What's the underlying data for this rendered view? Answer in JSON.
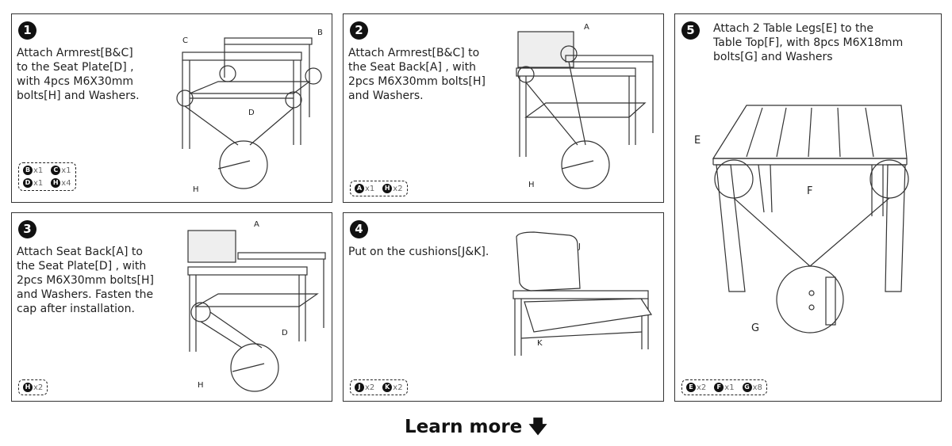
{
  "steps": [
    {
      "number": "1",
      "text": "Attach Armrest[B&C]\nto the Seat Plate[D] ,\nwith 4pcs M6X30mm\nbolts[H] and Washers.",
      "labels": [
        "C",
        "B",
        "D",
        "H"
      ],
      "parts": [
        {
          "letter": "B",
          "qty": "x1"
        },
        {
          "letter": "C",
          "qty": "x1"
        },
        {
          "letter": "D",
          "qty": "x1"
        },
        {
          "letter": "H",
          "qty": "x4"
        }
      ]
    },
    {
      "number": "2",
      "text": "Attach Armrest[B&C] to\nthe Seat Back[A] , with\n2pcs M6X30mm bolts[H]\nand Washers.",
      "labels": [
        "A",
        "H"
      ],
      "parts": [
        {
          "letter": "A",
          "qty": "x1"
        },
        {
          "letter": "H",
          "qty": "x2"
        }
      ]
    },
    {
      "number": "3",
      "text": "Attach Seat Back[A] to\nthe Seat Plate[D] , with\n2pcs M6X30mm bolts[H]\nand Washers. Fasten the\ncap after installation.",
      "labels": [
        "A",
        "D",
        "H"
      ],
      "parts": [
        {
          "letter": "H",
          "qty": "x2"
        }
      ]
    },
    {
      "number": "4",
      "text": "Put on the cushions[J&K].",
      "labels": [
        "J",
        "K"
      ],
      "parts": [
        {
          "letter": "J",
          "qty": "x2"
        },
        {
          "letter": "K",
          "qty": "x2"
        }
      ]
    },
    {
      "number": "5",
      "text": "Attach 2 Table Legs[E] to the\nTable Top[F], with 8pcs M6X18mm\nbolts[G] and Washers",
      "labels": [
        "E",
        "F",
        "G"
      ],
      "parts": [
        {
          "letter": "E",
          "qty": "x2"
        },
        {
          "letter": "F",
          "qty": "x1"
        },
        {
          "letter": "G",
          "qty": "x8"
        }
      ]
    }
  ],
  "footer": {
    "label": "Learn more",
    "icon": "arrow-down-icon"
  }
}
